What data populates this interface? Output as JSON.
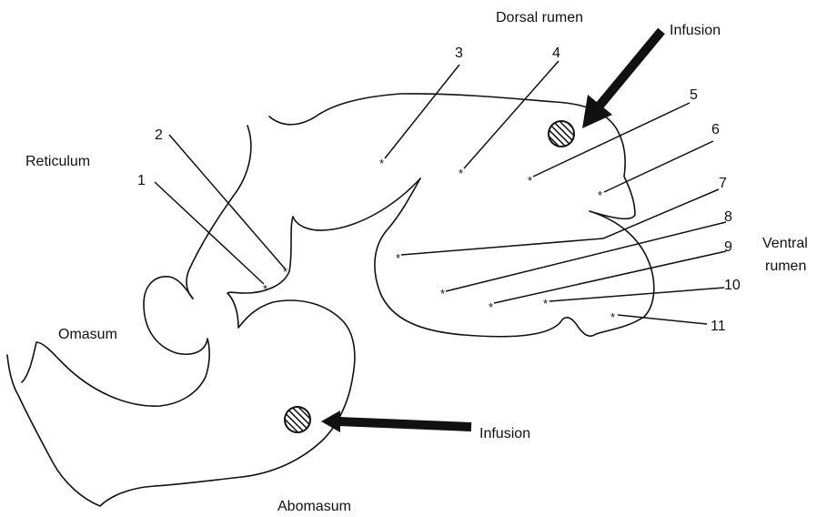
{
  "regions": {
    "dorsal_rumen": "Dorsal rumen",
    "reticulum": "Reticulum",
    "omasum": "Omasum",
    "abomasum": "Abomasum",
    "ventral_rumen_line1": "Ventral",
    "ventral_rumen_line2": "rumen"
  },
  "infusion": {
    "top_label": "Infusion",
    "bottom_label": "Infusion"
  },
  "sample_sites": [
    "1",
    "2",
    "3",
    "4",
    "5",
    "6",
    "7",
    "8",
    "9",
    "10",
    "11"
  ],
  "sample_marker": "*"
}
